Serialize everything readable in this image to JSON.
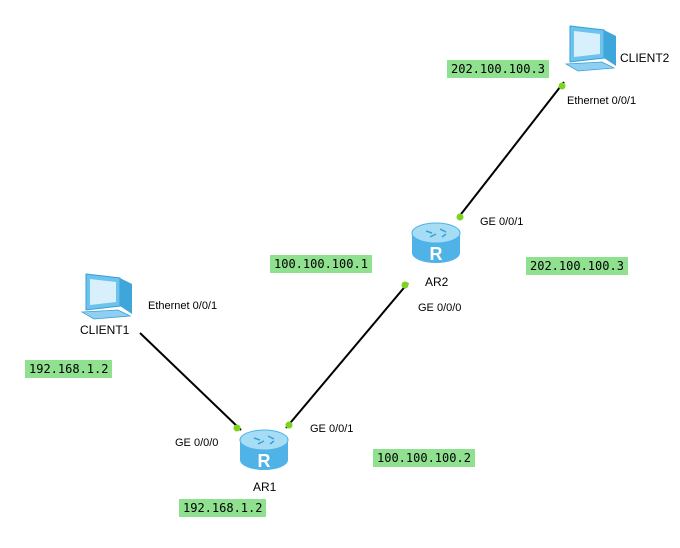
{
  "devices": {
    "client1": "CLIENT1",
    "client2": "CLIENT2",
    "ar1": "AR1",
    "ar2": "AR2",
    "router_glyph": "R"
  },
  "ports": {
    "client1_eth": "Ethernet 0/0/1",
    "ar1_ge000": "GE 0/0/0",
    "ar1_ge001": "GE 0/0/1",
    "ar2_ge000": "GE 0/0/0",
    "ar2_ge001": "GE 0/0/1",
    "client2_eth": "Ethernet 0/0/1"
  },
  "ip_labels": {
    "client1": "192.168.1.2",
    "ar1_lan": "192.168.1.2",
    "ar1_wan": "100.100.100.2",
    "ar2_wan": "100.100.100.1",
    "ar2_lan": "202.100.100.3",
    "client2": "202.100.100.3"
  },
  "colors": {
    "router_fill": "#4fb3e8",
    "router_top": "#a7dcf5",
    "pc_fill": "#6cc3ee",
    "link": "#000000",
    "port_dot": "#7ed321",
    "ip_label_bg": "#8fe08f"
  }
}
